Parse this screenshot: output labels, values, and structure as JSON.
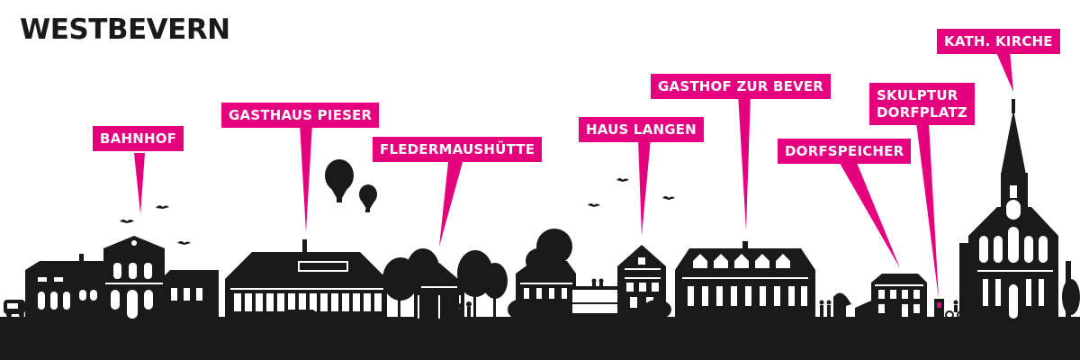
{
  "title": "WESTBEVERN",
  "colors": {
    "accent": "#e5007e",
    "silhouette": "#1a1a1a",
    "background": "#ffffff"
  },
  "labels": {
    "bahnhof": "BAHNHOF",
    "gasthaus_pieser": "GASTHAUS PIESER",
    "fledermaushuette": "FLEDERMAUSHÜTTE",
    "haus_langen": "HAUS LANGEN",
    "gasthof_zur_bever": "GASTHOF ZUR BEVER",
    "skulptur_line1": "SKULPTUR",
    "skulptur_line2": "DORFPLATZ",
    "dorfspeicher": "DORFSPEICHER",
    "kath_kirche": "KATH. KIRCHE"
  }
}
